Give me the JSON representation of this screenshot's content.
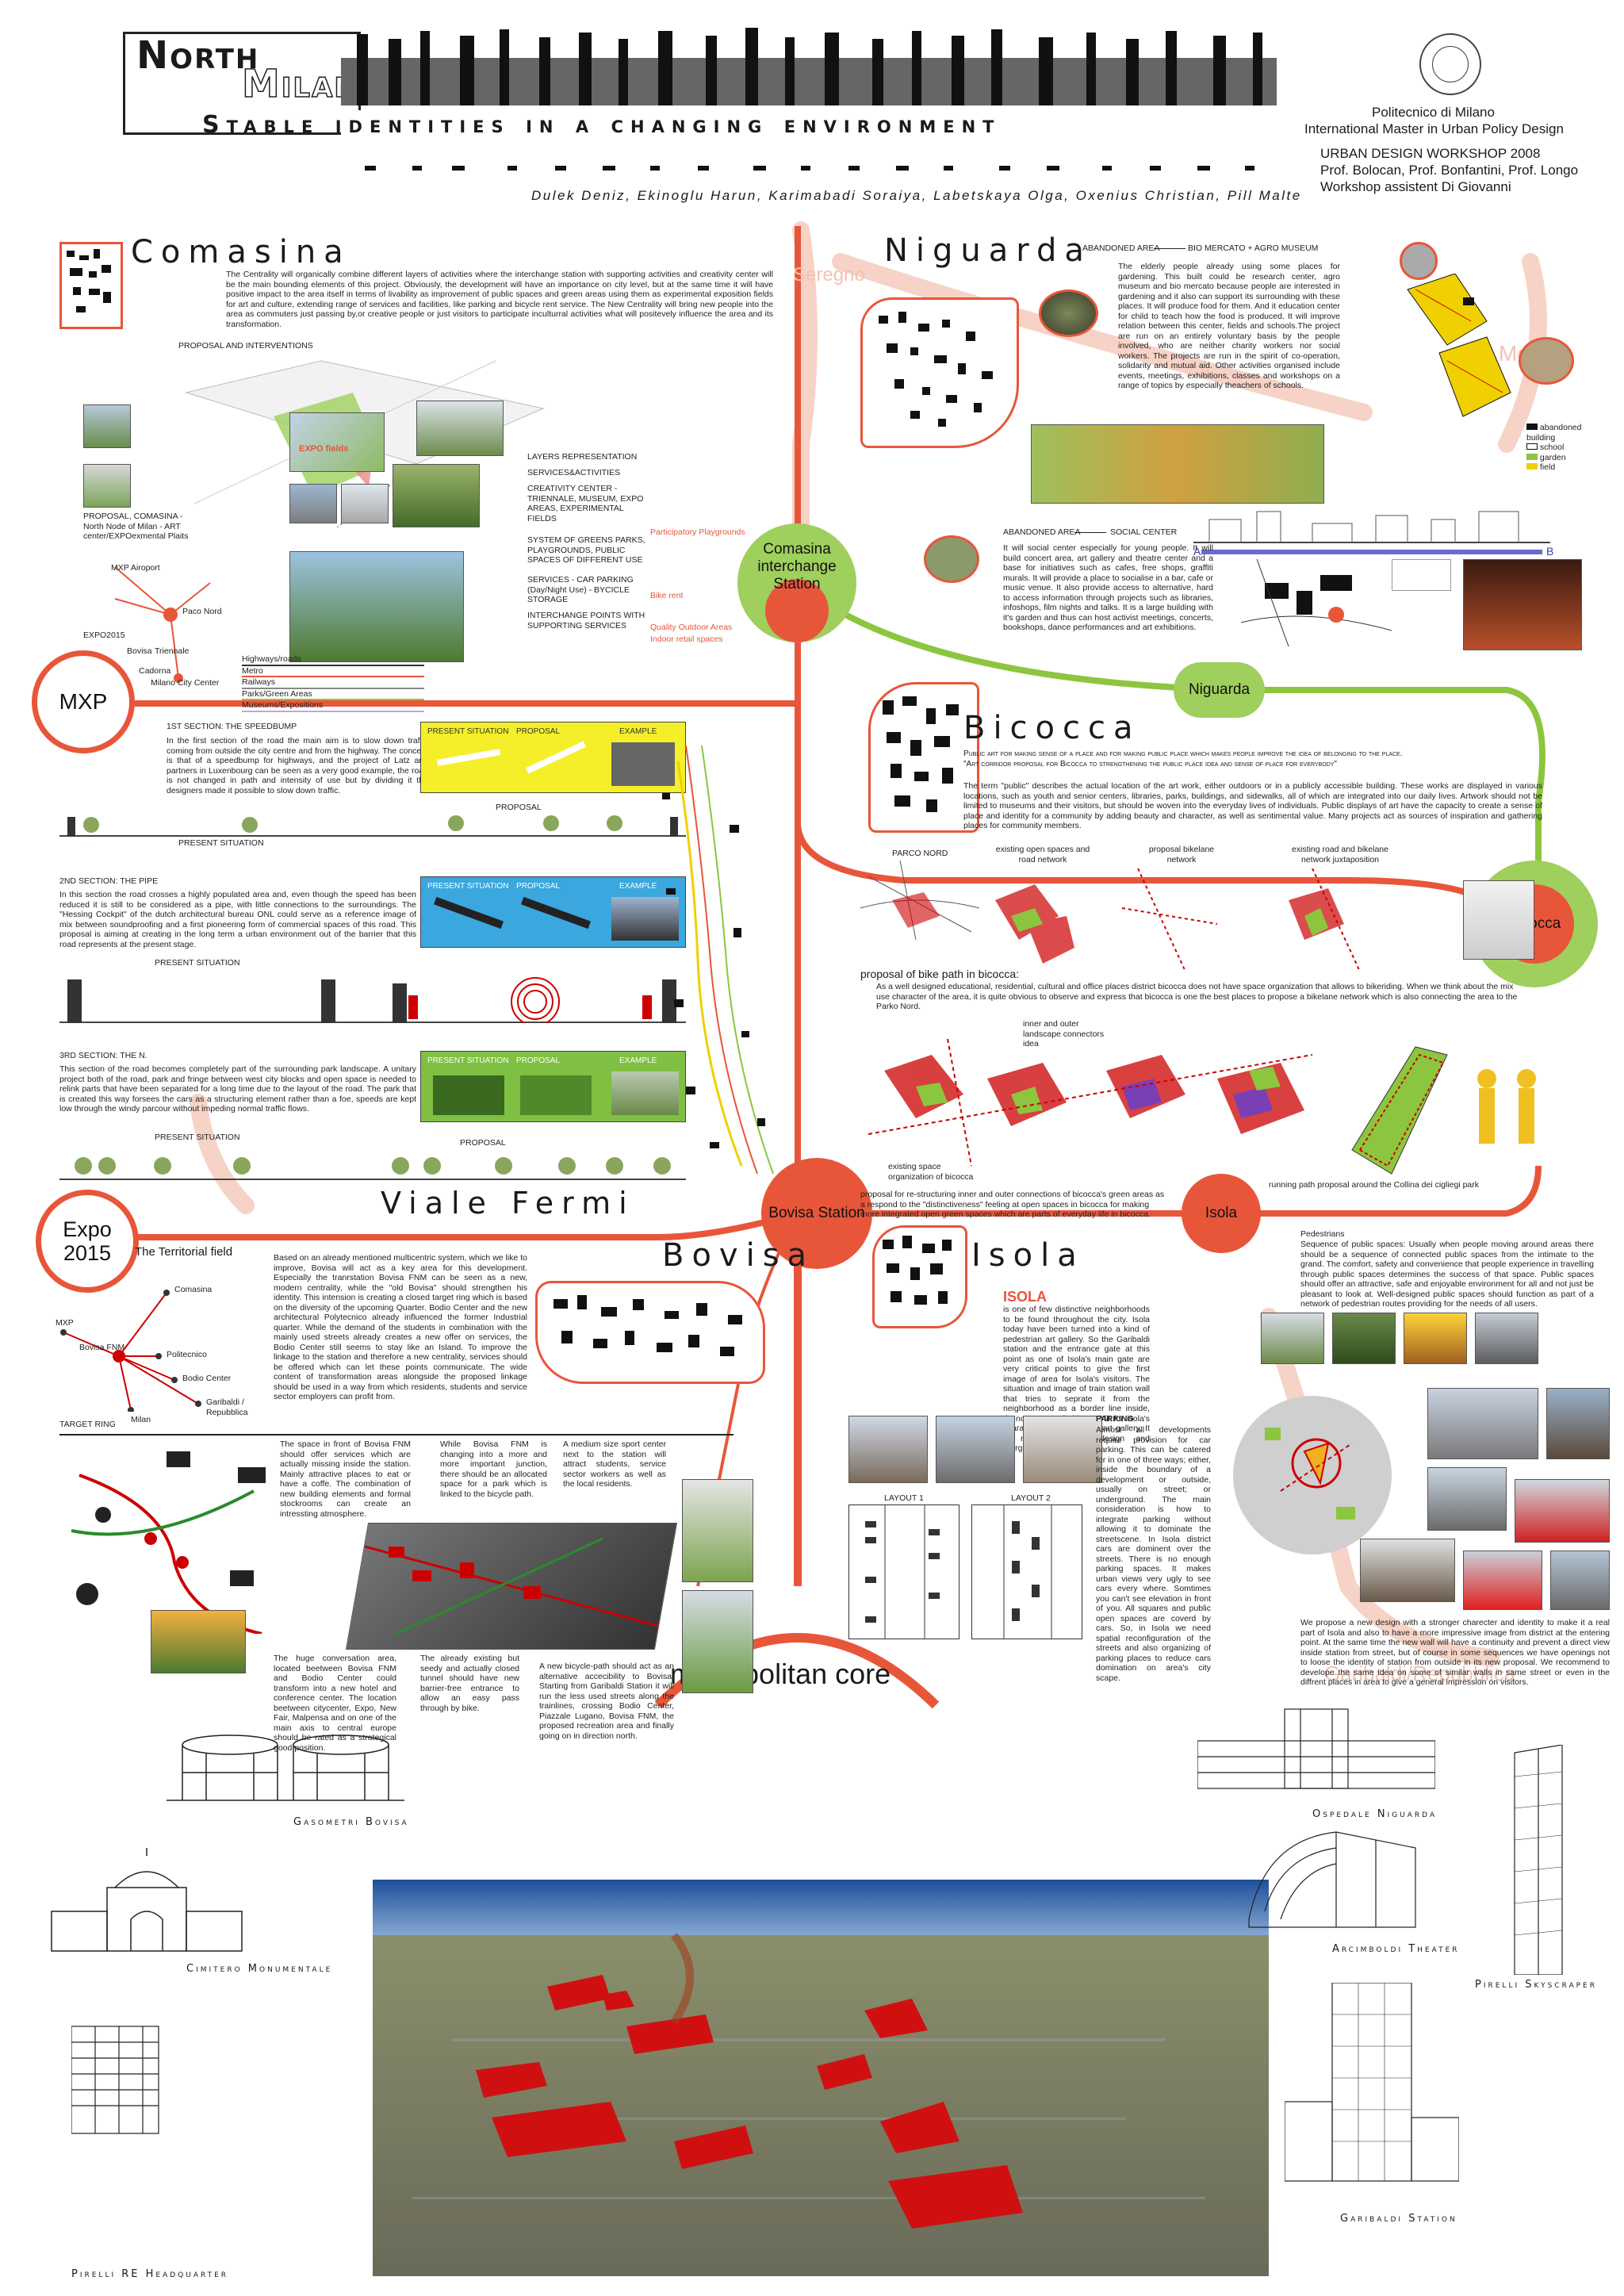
{
  "header": {
    "title_north": "North",
    "title_milan": "Milan",
    "subtitle": "Stable identities in a changing environment",
    "authors": "Dulek Deniz, Ekinoglu Harun, Karimabadi Soraiya, Labetskaya Olga, Oxenius Christian, Pill Malte",
    "institution": "Politecnico di Milano",
    "program": "International Master in Urban Policy Design",
    "workshop": "URBAN DESIGN WORKSHOP 2008",
    "professors": "Prof. Bolocan, Prof. Bonfantini, Prof. Longo",
    "assistant": "Workshop assistent Di Giovanni"
  },
  "stations": {
    "comasina": "Comasina interchange Station",
    "niguarda": "Niguarda",
    "bicocca": "Bicocca",
    "isola": "Isola",
    "bovisa": "Bovisa Station",
    "mxp": "MXP",
    "expo": "Expo 2015",
    "seregno": "Seregno",
    "monza": "Monza",
    "garibaldi": "Garibaldi/Repubblica",
    "core": "metropolitan core"
  },
  "comasina": {
    "title": "Comasina",
    "text": "The Centrality will organically combine different layers of activities where the interchange station with supporting activities and creativity center will be the main bounding elements of this project. Obviously, the development will have an importance on city level, but at the same time it will have positive impact to the area itself in terms of livability as improvement of public spaces and green areas using them as experimental exposition fields for art and culture, extending range of services and facilities, like parking and bicycle rent service. The New Centrality will bring new people into the area as commuters just passing by,or creative people or just visitors to participate inculturral activities what will positevely influence the area and its transformation.",
    "proposal_label": "PROPOSAL AND INTERVENTIONS",
    "expo_fields": "EXPO fields",
    "layers_title": "LAYERS REPRESENTATION",
    "services_title": "SERVICES&ACTIVITIES",
    "creativity": "CREATIVITY CENTER - TRIENNALE, MUSEUM, EXPO AREAS, EXPERIMENTAL FIELDS",
    "greens": "SYSTEM OF GREENS PARKS, PLAYGROUNDS, PUBLIC SPACES OF DIFFERENT USE",
    "services": "SERVICES - CAR PARKING (Day/Night Use) - BYCICLE STORAGE",
    "interchange": "INTERCHANGE POINTS WITH SUPPORTING SERVICES",
    "legend": [
      "Participatory Playgrounds",
      "Bike rent",
      "Quality Outdoor Areas",
      "Indoor retail spaces"
    ],
    "proposal_caption": "PROPOSAL, COMASINA - North Node of Milan - ART center/EXPOexmental Plaits",
    "mini_map": [
      "MXP Airoport",
      "Paco Nord",
      "EXPO2015",
      "Bovisa",
      "Triennale",
      "Cadorna",
      "Milano City Center"
    ],
    "lines": [
      "Highways/roads",
      "Metro",
      "Railways",
      "Parks/Green Areas",
      "Museums/Expositions"
    ]
  },
  "niguarda": {
    "title": "Niguarda",
    "abandoned1": "ABANDONED AREA",
    "arrow1": "BIO MERCATO + AGRO MUSEUM",
    "text1": "The elderly people already using some places for gardening. This built could be research center, agro museum and bio mercato because people are interested in gardening and it also can support its surrounding with these places. It will produce food for them. And it education center for child to teach how the food is produced. It will improve relation between this center, fields and schools.The project are run on an entirely voluntary basis by the people involved, who are neither charity workers nor social workers. The projects are run in the spirit of co-operation, solidarity and mutual aid. Other activities organised include events, meetings, exhibitions, classes and workshops on a range of topics by especially theachers of schools.",
    "legend": [
      "abandoned building",
      "school",
      "garden",
      "field"
    ],
    "abandoned2": "ABANDONED AREA",
    "arrow2": "SOCIAL CENTER",
    "text2": "It will social center especially for young people. It will build concert area, art gallery and theatre center and a base for initiatives such as cafes, free shops, graffiti murals. It will provide a place to socialise in a bar, cafe or music venue. It also provide access to alternative, hard to access information through projects such as libraries, infoshops, film nights and talks. It is a large building with it's garden and thus can host activist meetings, concerts, bookshops, dance performances and art exhibitions.",
    "section_a": "A",
    "section_b": "B"
  },
  "mxp": {
    "s1_title": "1ST SECTION: THE SPEEDBUMP",
    "s1_text": "In the first section of the road the main aim is to slow down traffic coming from outside the city centre and from the highway. The concept is that of a speedbump for highways, and the project of Latz and partners in Luxenbourg can be seen as a very good example, the road is not changed in path and intensity of use but by dividing it the designers made it possible to slow down traffic.",
    "s2_title": "2ND SECTION: THE PIPE",
    "s2_text": "In this section the road crosses a highly populated area and, even though the speed has been reduced it is still to be considered as a pipe, with little connections to the surroundings. The \"Hessing Cockpit\" of the dutch architectural bureau ONL could serve as a reference image of mix between soundproofing and a first pioneering form of commercial spaces of this road. This proposal is aiming at creating in the long term a urban environment out of the barrier that this road represents at the present stage.",
    "s3_title": "3RD SECTION: THE N.",
    "s3_text": "This section of the road becomes completely part of the surrounding park landscape. A unitary project both of the road, park and fringe between west city blocks and open space is needed to relink parts that have been separated for a long time due to the layout of the road. The park that is created this way forsees the cars as a structuring element rather than a foe, speeds are kept low through the windy parcour without impeding normal traffic flows.",
    "present": "PRESENT SITUATION",
    "proposal": "PROPOSAL",
    "example": "EXAMPLE",
    "viale": "Viale Fermi"
  },
  "bicocca": {
    "title": "Bicocca",
    "sub1": "Public art for making sense of a place and for making public place which makes people improve the idea of belonging to the place.",
    "sub2": "\"Art corridor proposal for Bicocca to strengthening the public place idea and sense of place for everybody\"",
    "text": "The term \"public\" describes the actual location of the art work, either outdoors or in a publicly accessible building. These works are displayed in various locations, such as youth and senior centers, libraries, parks, buildings, and sidewalks, all of which are integrated into our daily lives. Artwork should not be limited to museums and their visitors, but should be woven into the everyday lives of individuals. Public displays of art have the capacity to create a sense of place and identity for a community by adding beauty and character, as well as sentimental value. Many projects act as sources of inspiration and gathering places for community members.",
    "parco": "PARCO NORD",
    "d1": "existing open spaces and road network",
    "d2": "proposal bikelane network",
    "d3": "existing road and bikelane network juxtaposition",
    "bike_title": "proposal of bike path in bicocca:",
    "bike_text": "As a well designed educational, residential, cultural and office places district bicocca does not have space organization that allows to bikeriding. When we think about the mix use character of the area, it is quite obvious to observe and express that bicocca is one the best places to propose a bikelane network which is also connecting the area to the Parko Nord.",
    "inner": "inner and outer landscape connectors idea",
    "existing_org": "existing space organization of bicocca",
    "restructure": "proposal for re-structuring inner and outer connections of bicocca's green areas as a respond to the \"distinctiveness\" feeling at open spaces in bicocca for making more integrated open green spaces which are parts of everyday life in bicocca.",
    "running": "running path proposal around the Collina dei cigliegi park"
  },
  "expo": {
    "territorial": "The Territorial field",
    "nodes": [
      "Comasina",
      "MXP",
      "Bovisa FNM",
      "Politecnico",
      "Bodio Center",
      "Garibaldi / Repubblica",
      "Milan"
    ],
    "target": "TARGET RING"
  },
  "bovisa": {
    "title": "Bovisa",
    "text": "Based on an already mentioned multicentric system, which we like to improve, Bovisa will act as a key area for this development. Especially the tranrstation Bovisa FNM can be seen as a new, modern centrality, while the \"old Bovisa\" should strengthen his identity. This intension is creating a closed target ring which is based on the diversity of the upcoming Quarter. Bodio Center and the new architectural Polytecnico already influenced the former Industrial quarter. While the demand of the students in combination with the mainly used streets already creates a new offer on services, the Bodio Center still seems to stay like an Island. To improve the linkage to the station and therefore a new centrality, services should be offered which can let these points communicate. The wide content of transformation areas alongside the proposed linkage should be used in a way from which residents, students and service sector employers can profit from.",
    "t1": "The space in front of Bovisa FNM should offer services which are actually missing inside the station. Mainly attractive places to eat or have a coffe. The combination of new building elements and formal stockrooms can create an intressting atmosphere.",
    "t2": "While Bovisa FNM is changing into a more and more important junction, there should be an allocated space for a park which is linked to the bicycle path.",
    "t3": "A medium size sport center next to the station will attract students, service sector workers as well as the local residents.",
    "t4": "The huge conversation area, located beetween Bovisa FNM and Bodio Center could transform into a new hotel and conference center. The location beetween citycenter, Expo, New Fair, Malpensa and on one of the main axis to central europe should be rated as a strategical good position.",
    "t5": "The already existing but seedy and actually closed tunnel should have new barrier-free entrance to allow an easy pass through by bike.",
    "t6": "A new bicycle-path should act as an alternative accecibility to Bovisa. Starting from Garibaldi Station it will run the less used streets along the trainlines, crossing Bodio Center, Piazzale Lugano, Bovisa FNM, the proposed recreation area and finally going on in direction north."
  },
  "isola": {
    "title": "Isola",
    "text_head": "ISOLA",
    "text": "is one of few distinctive neighborhoods to be found throughout the city. Isola today have been turned into a kind of pedestrian art gallery. So the Garibaldi station and the entrance gate at this point as one of Isola's main gate are very critical points to give the first image of area for Isola's visitors. The situation and image of train station wall that tries to seprate it from the neighborhood as a border line inside, do not seem suitable and fit for isola's character as a wellknown art gallery. It is neccessary to redesign and reorganize named part.",
    "parking_title": "PARKING",
    "parking": "Almost all developments require provision for car parking. This can be catered for in one of three ways; either, inside the boundary of a development or outside, usually on street; or underground. The main consideration is how to integrate parking without allowing it to dominate the streetscene. In Isola district cars are dominent over the streets. There is no enough parking spaces. It makes urban views very ugly to see cars every where. Somtimes you can't see elevation in front of you. All squares and public open spaces are coverd by cars. So, in Isola we need spatial reconfiguration of the streets and also organizing of parking places to reduce cars domination on area's city scape.",
    "layout1": "LAYOUT 1",
    "layout2": "LAYOUT 2",
    "ped_title": "Pedestrians",
    "ped": "Sequence of public spaces: Usually when people moving around areas there should be a sequence of connected public spaces from the intimate to the grand. The comfort, safety and convenience that people experience in travelling through public spaces determines the success of that space. Public spaces should offer an attractive, safe and enjoyable environment for all and not just be pleasant to look at. Well-designed public spaces should function as part of a network of pedestrian routes providing for the needs of all users.",
    "wall": "We propose a new design with a stronger charecter and identity to make it a real part of Isola and also to have a more impressive image from district at the entering point. At the same time the new wall will have a continuity and prevent a direct view inside station from street, but of course in some sequences we have openings not to loose the identity of station from outside in its new proposal. We recommend to develope the same idea on some of similar walls in same street or even in the diffrent places in area to give a general impression on visitors."
  },
  "landmarks": {
    "gasometri": "Gasometri Bovisa",
    "cimitero": "Cimitero Monumentale",
    "pirelli_re": "Pirelli RE Headquarter",
    "ospedale": "Ospedale Niguarda",
    "arcimboldi": "Arcimboldi Theater",
    "pirelli_sky": "Pirelli Skyscraper",
    "garibaldi": "Garibaldi Station"
  },
  "colors": {
    "orange": "#e8563a",
    "green": "#8cc63f",
    "pale": "#f6d3c6"
  }
}
